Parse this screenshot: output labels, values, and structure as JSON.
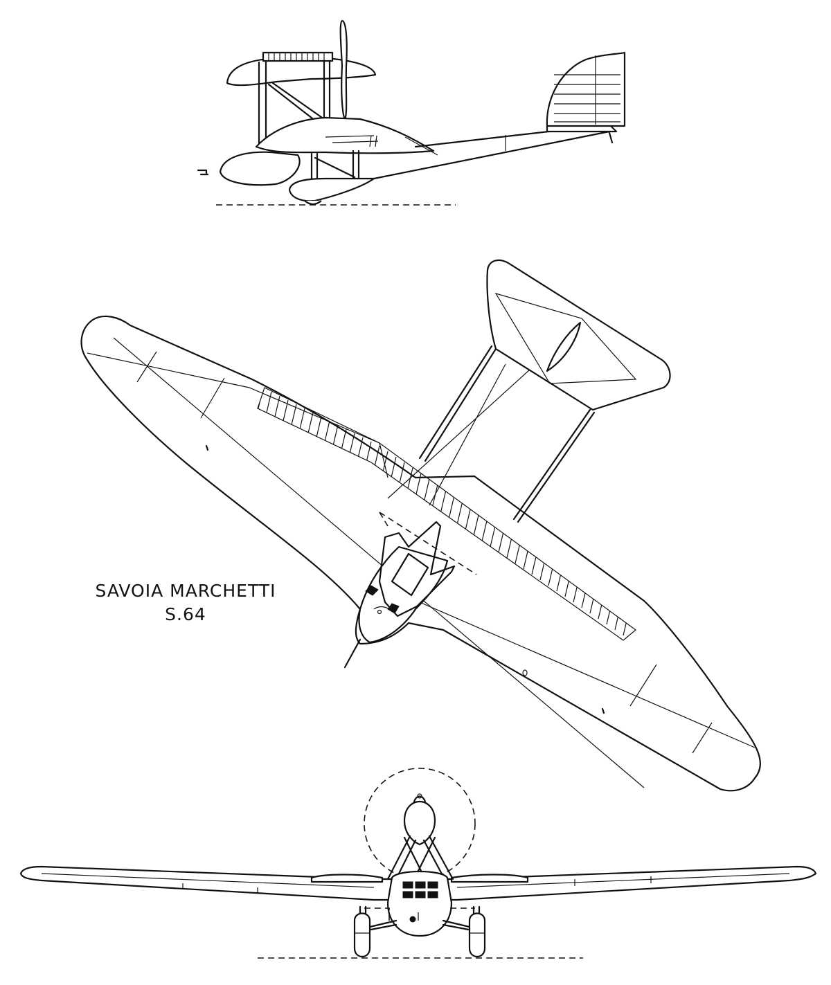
{
  "drawing": {
    "title_line1": "SAVOIA MARCHETTI",
    "title_line2": "S.64",
    "views": [
      "side-view",
      "plan-view",
      "front-view"
    ]
  }
}
